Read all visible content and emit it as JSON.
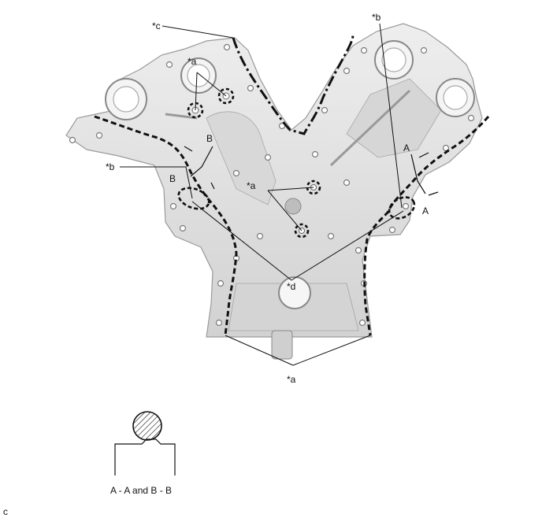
{
  "labels": {
    "a_top": "*a",
    "a_mid": "*a",
    "a_bottom": "*a",
    "b_left": "*b",
    "b_right": "*b",
    "c": "*c",
    "d": "*d",
    "section_A_top": "A",
    "section_A_bottom": "A",
    "section_B_top": "B",
    "section_B_bottom": "B"
  },
  "section_caption": "A - A and B - B",
  "corner_mark": "c",
  "colors": {
    "casting_fill": "#e2e2e2",
    "casting_shade": "#c9c9c9",
    "line": "#111111",
    "background": "#ffffff"
  }
}
